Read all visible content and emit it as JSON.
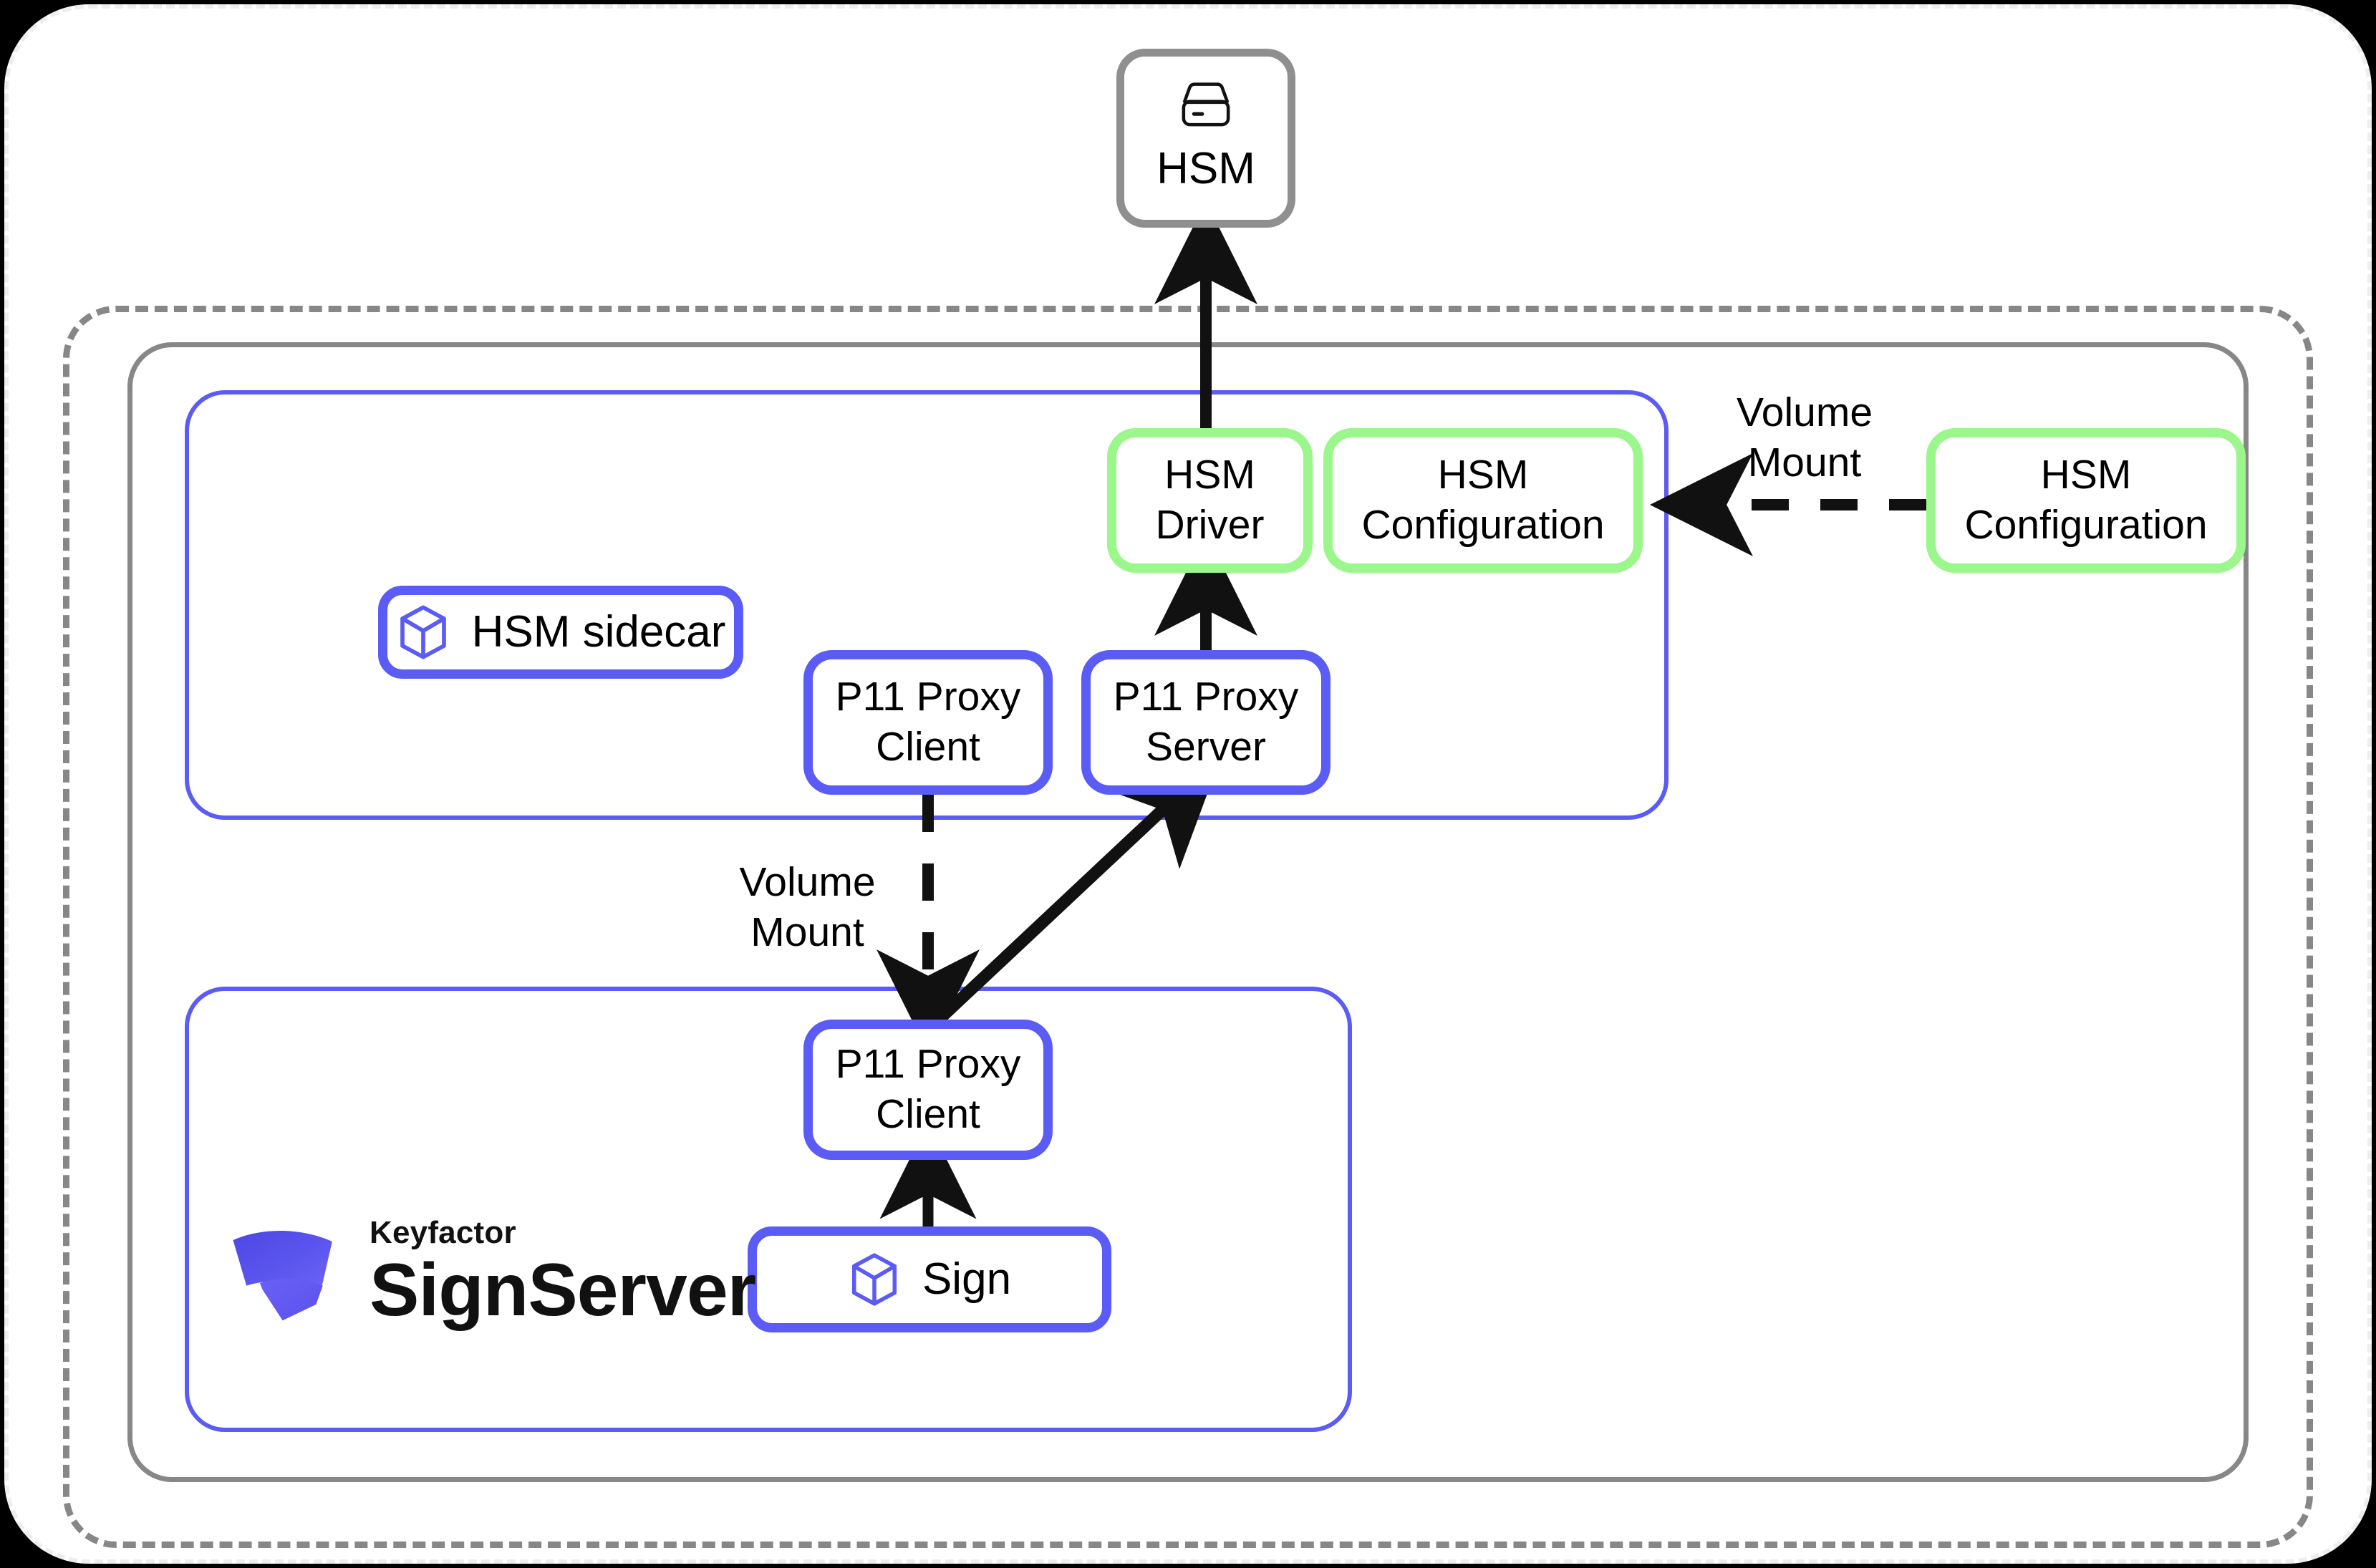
{
  "diagram": {
    "title": "HSM sidecar deployment architecture",
    "colors": {
      "blue": "#5b5bf5",
      "green": "#9bf68c",
      "gray": "#8f8f8f",
      "arrow": "#111111",
      "canvas": "#ffffff"
    }
  },
  "nodes": {
    "hsm": {
      "label": "HSM",
      "icon": "hsm-server-icon",
      "border": "#8f8f8f"
    },
    "hsm_driver": {
      "label": "HSM\nDriver",
      "border": "#9bf68c"
    },
    "hsm_config_inner": {
      "label": "HSM\nConfiguration",
      "border": "#9bf68c"
    },
    "hsm_config_outer": {
      "label": "HSM\nConfiguration",
      "border": "#9bf68c"
    },
    "hsm_sidecar": {
      "label": "HSM sidecar",
      "icon": "cube-icon",
      "border": "#5b5bf5"
    },
    "p11_client_top": {
      "label": "P11 Proxy\nClient",
      "border": "#5b5bf5"
    },
    "p11_server": {
      "label": "P11 Proxy\nServer",
      "border": "#5b5bf5"
    },
    "p11_client_bottom": {
      "label": "P11 Proxy\nClient",
      "border": "#5b5bf5"
    },
    "sign": {
      "label": "Sign",
      "icon": "cube-icon",
      "border": "#5b5bf5"
    }
  },
  "logo": {
    "brand": "Keyfactor",
    "product": "SignServer",
    "mark": "keyfactor-fan-logo"
  },
  "edge_labels": {
    "volume_mount_right": "Volume\nMount",
    "volume_mount_middle": "Volume\nMount"
  },
  "edges": [
    {
      "from": "hsm_driver",
      "to": "hsm",
      "style": "solid",
      "arrow": "up"
    },
    {
      "from": "p11_server",
      "to": "hsm_driver",
      "style": "solid",
      "arrow": "up"
    },
    {
      "from": "hsm_config_outer",
      "to": "hsm_config_inner",
      "style": "dashed",
      "arrow": "left",
      "label": "Volume\nMount"
    },
    {
      "from": "p11_client_top",
      "to": "p11_client_bottom",
      "style": "dashed",
      "arrow": "down",
      "label": "Volume\nMount"
    },
    {
      "from": "p11_client_bottom",
      "to": "p11_server",
      "style": "solid",
      "arrow": "up-right"
    },
    {
      "from": "sign",
      "to": "p11_client_bottom",
      "style": "solid",
      "arrow": "up"
    }
  ],
  "containers": {
    "outer_dashed": "deployment-boundary",
    "outer_solid": "pod-boundary",
    "sidecar_container": "hsm-sidecar-container",
    "signserver_container": "signserver-container"
  }
}
